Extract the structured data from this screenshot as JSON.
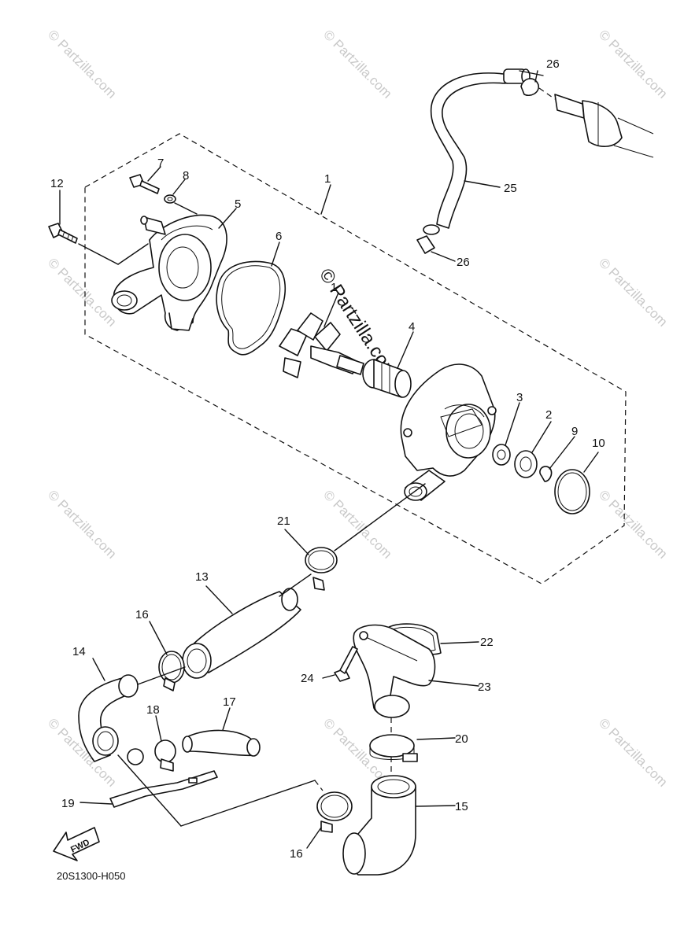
{
  "diagram": {
    "callouts": {
      "c1": "1",
      "c1b": "1",
      "c2": "2",
      "c3": "3",
      "c4": "4",
      "c5": "5",
      "c6": "6",
      "c7": "7",
      "c8": "8",
      "c9": "9",
      "c10": "10",
      "c12": "12",
      "c13": "13",
      "c14": "14",
      "c15": "15",
      "c16a": "16",
      "c16b": "16",
      "c17": "17",
      "c18": "18",
      "c19": "19",
      "c20": "20",
      "c21": "21",
      "c22": "22",
      "c23": "23",
      "c24": "24",
      "c25": "25",
      "c26a": "26",
      "c26b": "26"
    },
    "diagram_code": "20S1300-H050",
    "direction_label": "FWD",
    "watermark": "© Partzilla.com"
  }
}
